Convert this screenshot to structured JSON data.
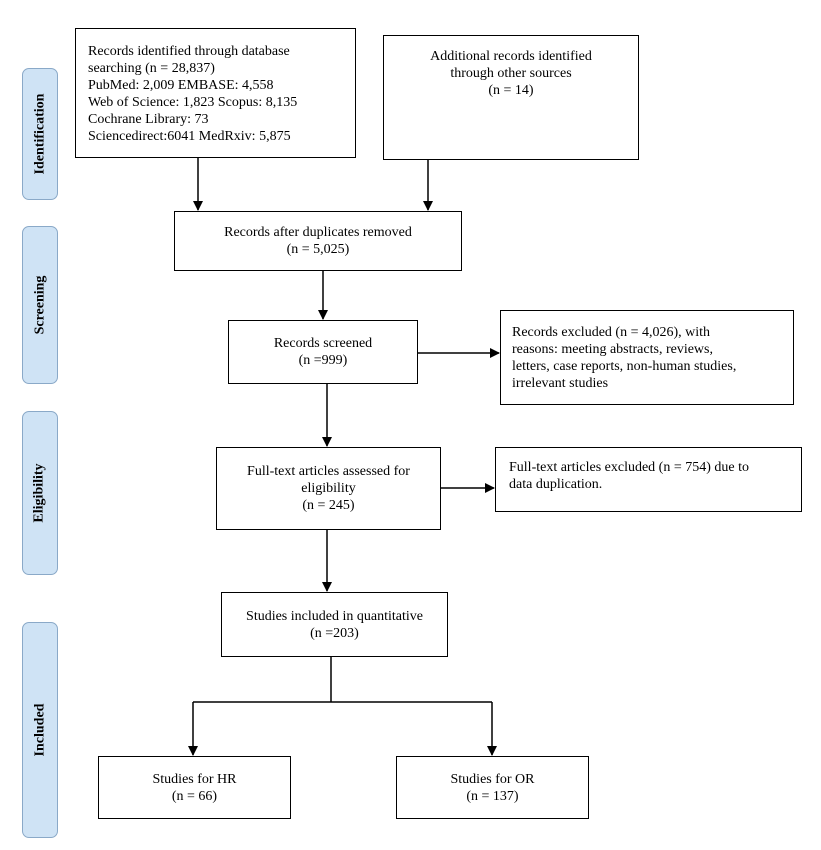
{
  "stages": {
    "identification": "Identification",
    "screening": "Screening",
    "eligibility": "Eligibility",
    "included": "Included"
  },
  "boxes": {
    "database_search": [
      "Records identified through database",
      "searching (n = 28,837)",
      "PubMed: 2,009 EMBASE: 4,558",
      "Web of Science: 1,823 Scopus: 8,135",
      "Cochrane Library: 73",
      "Sciencedirect:6041 MedRxiv: 5,875"
    ],
    "other_sources": [
      "Additional records identified",
      "through other sources",
      "(n = 14)"
    ],
    "duplicates_removed": [
      "Records after duplicates removed",
      "(n = 5,025)"
    ],
    "screened": [
      "Records screened",
      "(n =999)"
    ],
    "excluded_records": [
      "Records excluded (n = 4,026), with",
      "reasons: meeting abstracts, reviews,",
      "letters, case reports, non-human studies,",
      "irrelevant studies"
    ],
    "fulltext_assessed": [
      "Full-text articles assessed for",
      "eligibility",
      "(n = 245)"
    ],
    "fulltext_excluded": [
      "Full-text articles excluded (n = 754) due to",
      "data duplication."
    ],
    "quantitative": [
      "Studies included in quantitative",
      "(n =203)"
    ],
    "studies_hr": [
      "Studies for HR",
      "(n = 66)"
    ],
    "studies_or": [
      "Studies for OR",
      "(n = 137)"
    ]
  }
}
